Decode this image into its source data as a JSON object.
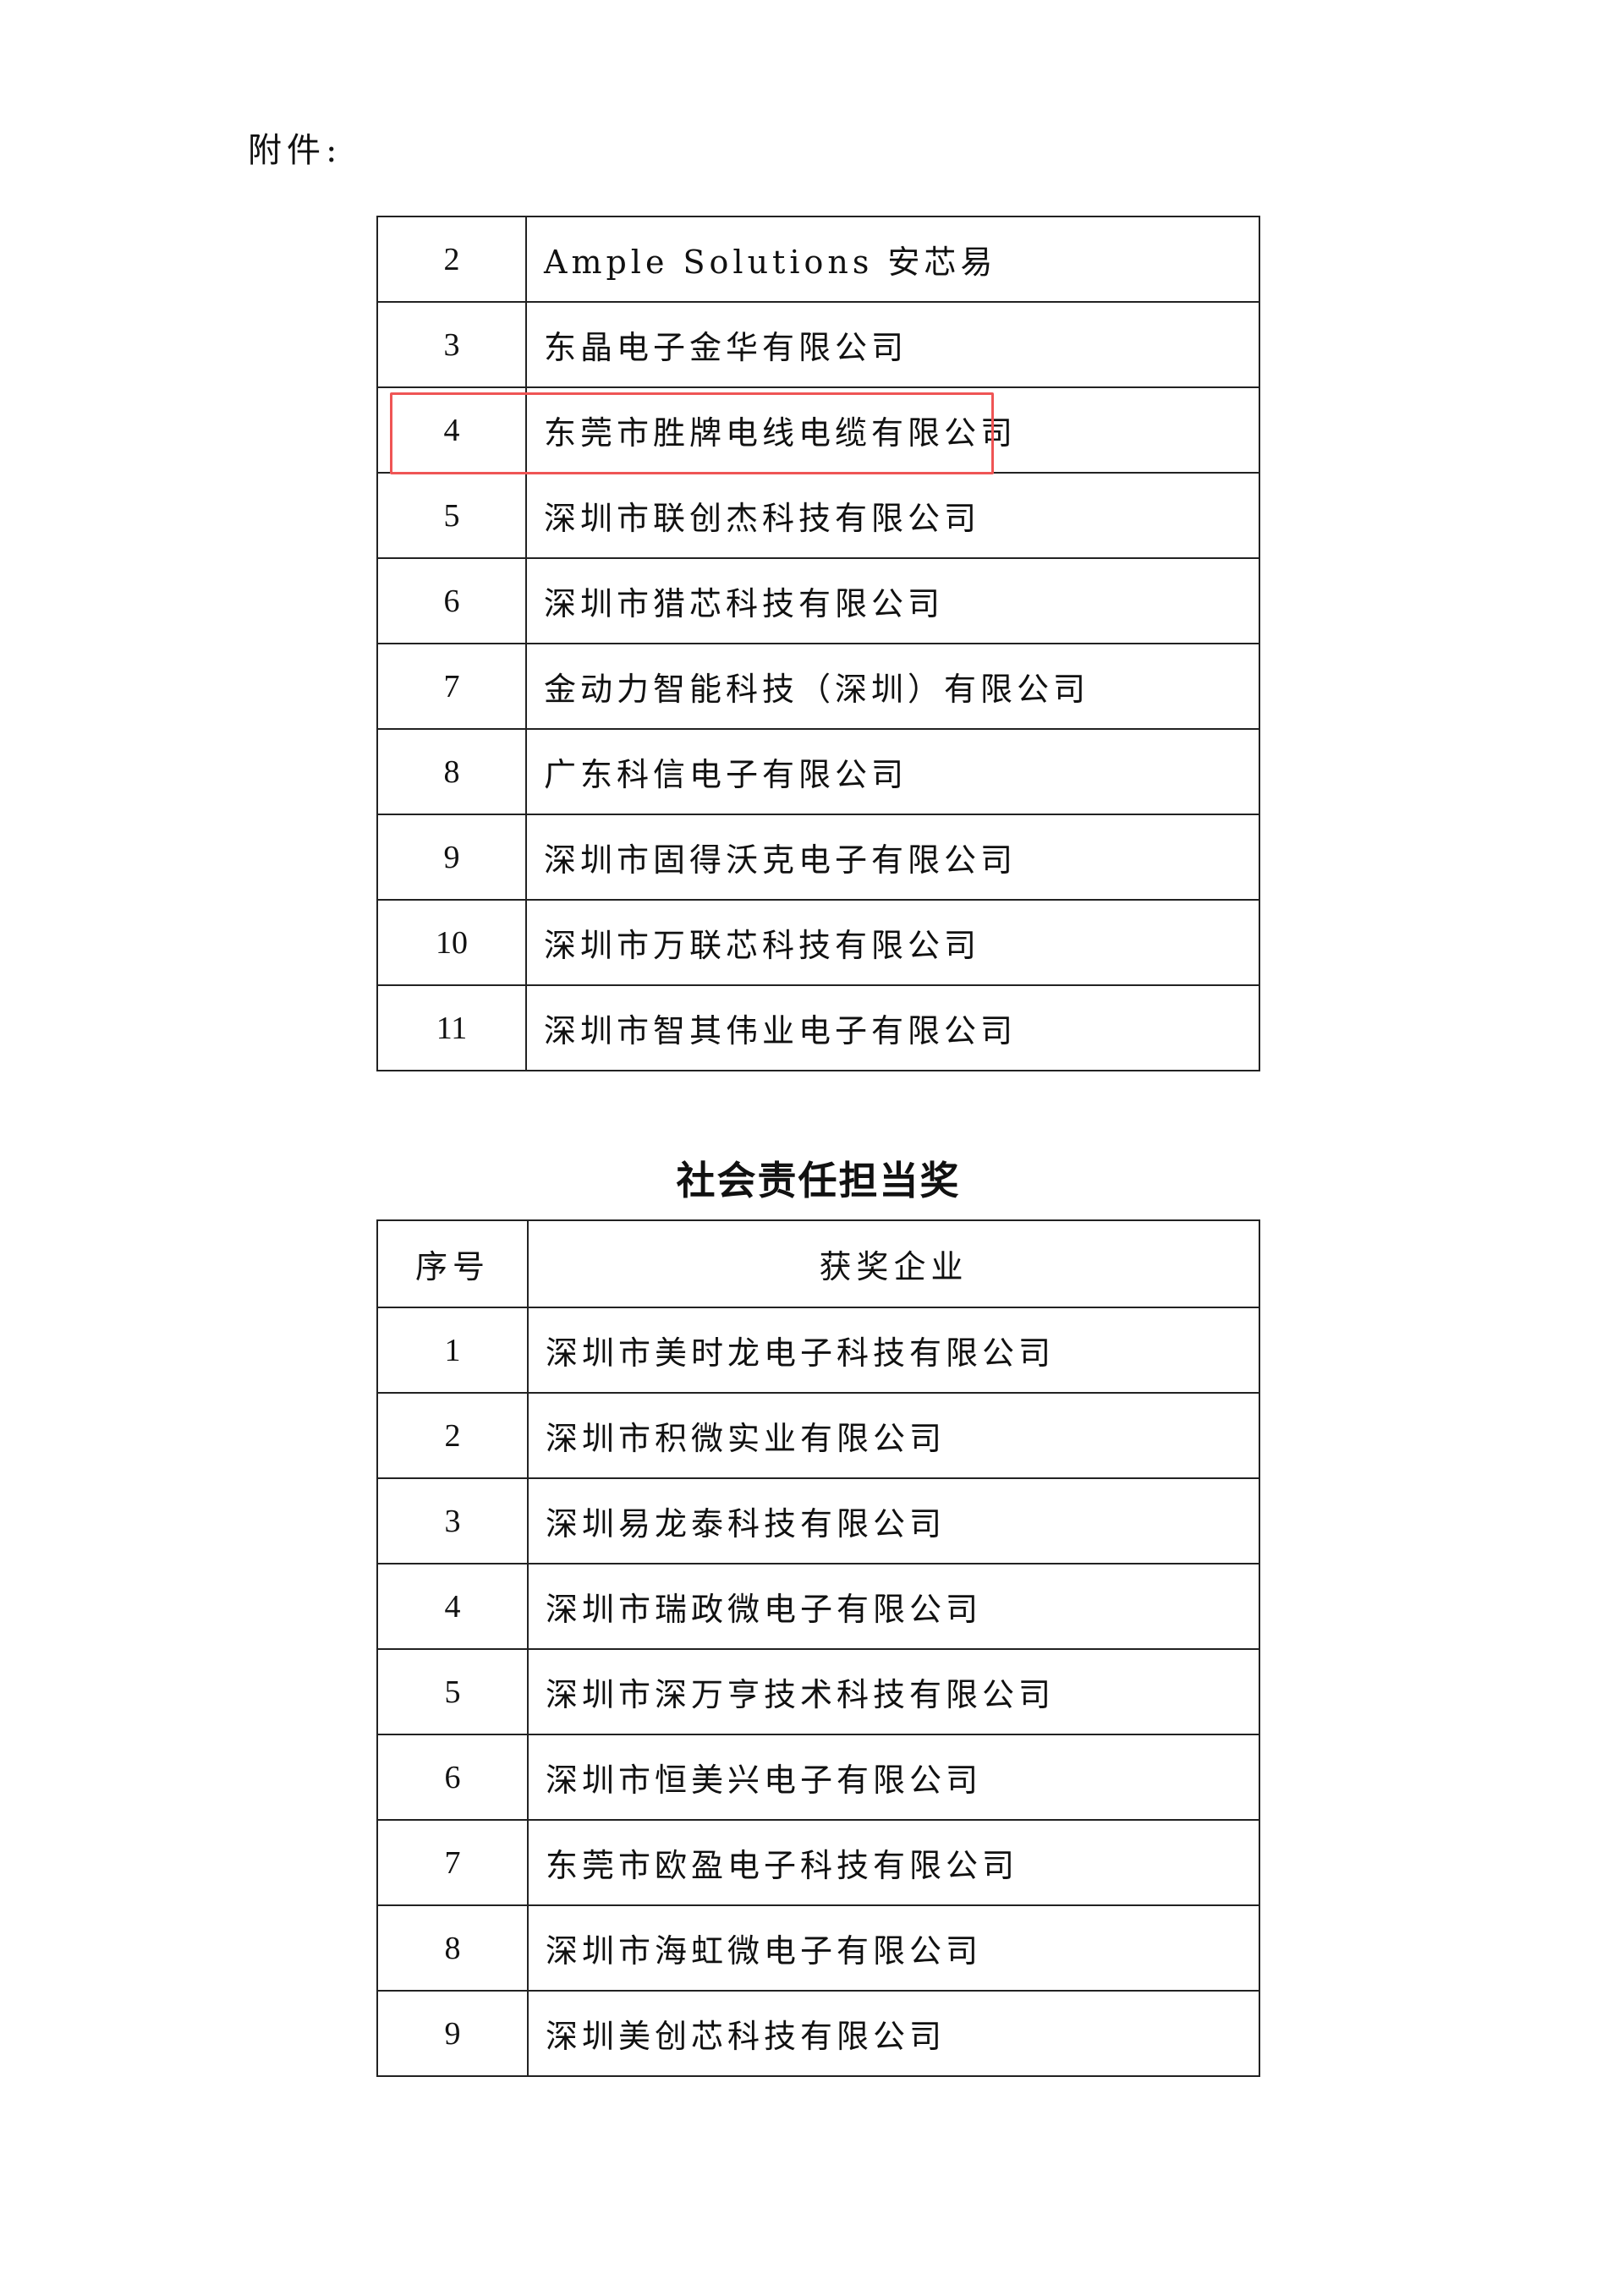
{
  "attachment_label": "附件:",
  "table1": {
    "rows": [
      {
        "no": "2",
        "company": "Ample Solutions  安芯易"
      },
      {
        "no": "3",
        "company": "东晶电子金华有限公司"
      },
      {
        "no": "4",
        "company": "东莞市胜牌电线电缆有限公司"
      },
      {
        "no": "5",
        "company": "深圳市联创杰科技有限公司"
      },
      {
        "no": "6",
        "company": "深圳市猎芯科技有限公司"
      },
      {
        "no": "7",
        "company": "金动力智能科技（深圳）有限公司"
      },
      {
        "no": "8",
        "company": "广东科信电子有限公司"
      },
      {
        "no": "9",
        "company": "深圳市固得沃克电子有限公司"
      },
      {
        "no": "10",
        "company": "深圳市万联芯科技有限公司"
      },
      {
        "no": "11",
        "company": "深圳市智其伟业电子有限公司"
      }
    ]
  },
  "highlight": {
    "row_no": "4",
    "color": "#ef5555"
  },
  "table2": {
    "title": "社会责任担当奖",
    "headers": {
      "no": "序号",
      "company": "获奖企业"
    },
    "rows": [
      {
        "no": "1",
        "company": "深圳市美时龙电子科技有限公司"
      },
      {
        "no": "2",
        "company": "深圳市积微实业有限公司"
      },
      {
        "no": "3",
        "company": "深圳易龙泰科技有限公司"
      },
      {
        "no": "4",
        "company": "深圳市瑞政微电子有限公司"
      },
      {
        "no": "5",
        "company": "深圳市深万亨技术科技有限公司"
      },
      {
        "no": "6",
        "company": "深圳市恒美兴电子有限公司"
      },
      {
        "no": "7",
        "company": "东莞市欧盈电子科技有限公司"
      },
      {
        "no": "8",
        "company": "深圳市海虹微电子有限公司"
      },
      {
        "no": "9",
        "company": "深圳美创芯科技有限公司"
      }
    ]
  }
}
